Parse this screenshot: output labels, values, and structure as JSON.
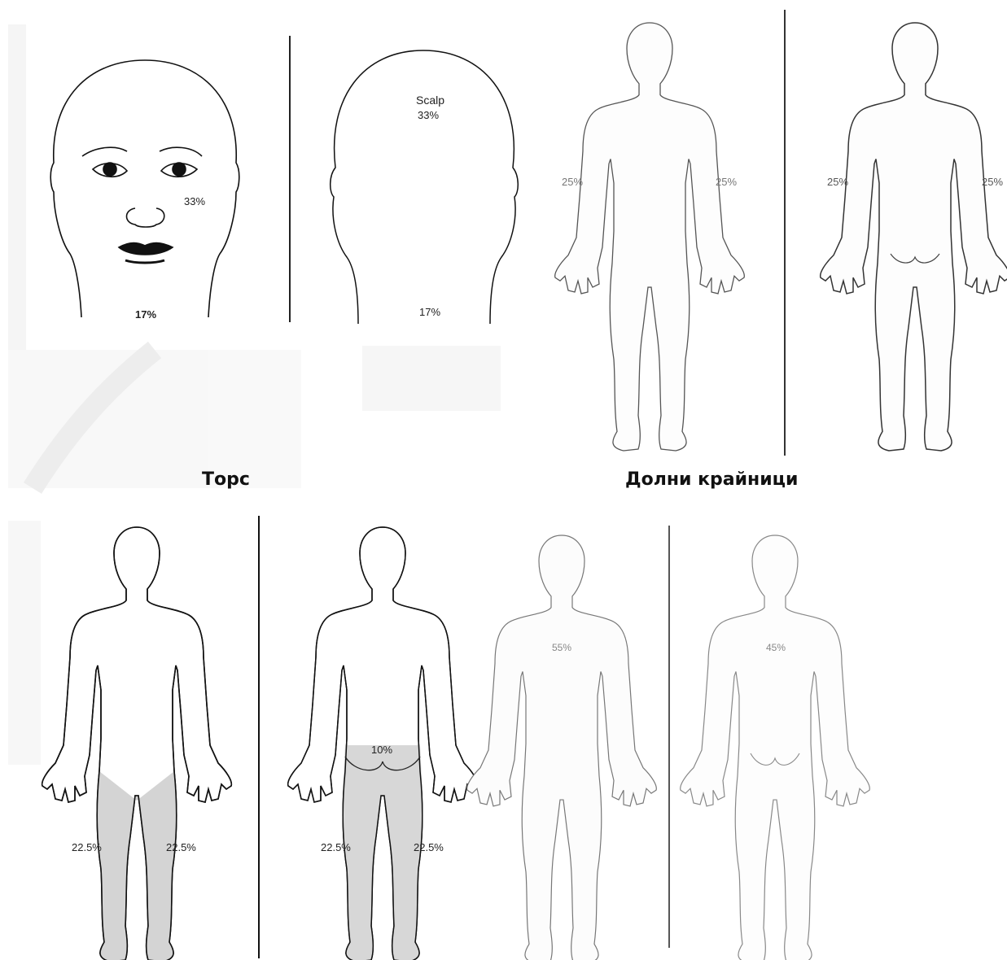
{
  "headings": {
    "torso": "Торс",
    "lower_limbs": "Долни крайници"
  },
  "labels": {
    "face_pct": "33%",
    "neck_front_pct": "17%",
    "scalp": "Scalp",
    "scalp_pct": "33%",
    "neck_back_pct": "17%",
    "upper_front_left": "25%",
    "upper_front_right": "25%",
    "upper_back_left": "25%",
    "upper_back_right": "25%",
    "leg_front_left": "22.5%",
    "leg_front_right": "22.5%",
    "buttocks_pct": "10%",
    "leg_back_left": "22.5%",
    "leg_back_right": "22.5%",
    "torso_front_pct": "55%",
    "torso_back_pct": "45%"
  },
  "colors": {
    "line": "#111111",
    "faint_line": "#8a8a8a",
    "shade": "#d4d4d4",
    "bg": "#ffffff"
  }
}
